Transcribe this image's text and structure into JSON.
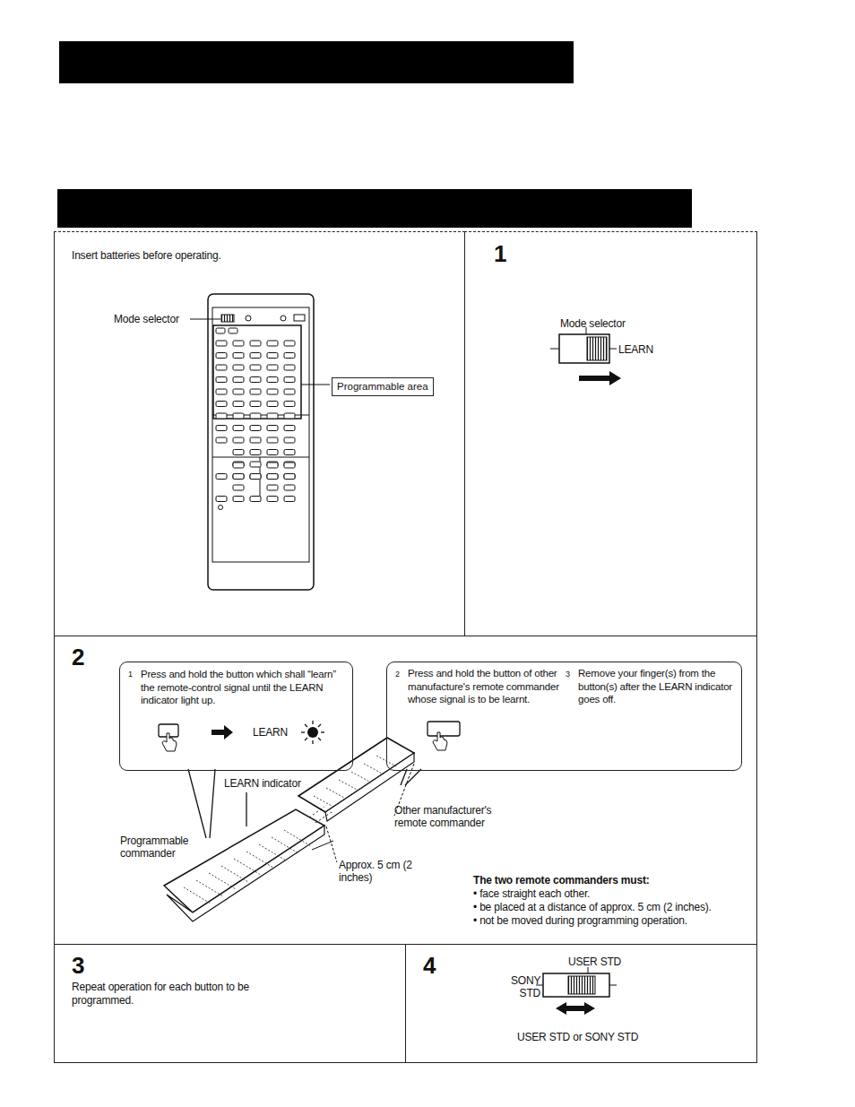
{
  "diagram": {
    "nodes": [
      {
        "text": [
          "Insert batteries before operating."
        ]
      },
      {
        "text": [
          "Programmable area"
        ],
        "in": 0
      },
      {
        "text": [
          "1"
        ]
      },
      {
        "text": [
          "2"
        ]
      },
      {
        "text": [
          "1",
          "Press and hold the button which shall “learn” the remote-control signal until the LEARN indicator light up."
        ],
        "in": 3
      },
      {
        "text": [
          "2",
          "Press and hold the button of other manufacture's remote commander whose signal is to be learnt.",
          "3",
          "Remove your finger(s) from the button(s) after the LEARN indicator goes off."
        ],
        "in": 3
      },
      {
        "text": [
          "3",
          "Repeat operation for each button to be programmed."
        ]
      },
      {
        "text": [
          "4"
        ]
      }
    ],
    "labels": [
      "Mode selector",
      "Mode selector",
      "LEARN",
      "LEARN",
      "LEARN indicator",
      "Programmable commander",
      "Other manufacturer's remote commander",
      "Approx. 5 cm (2 inches)",
      "The two remote commanders must:",
      "• face straight each other.",
      "• be placed at a distance of approx. 5 cm (2 inches).",
      "• not be moved during programming operation.",
      "USER STD",
      "SONY STD",
      "USER STD or SONY STD"
    ]
  }
}
